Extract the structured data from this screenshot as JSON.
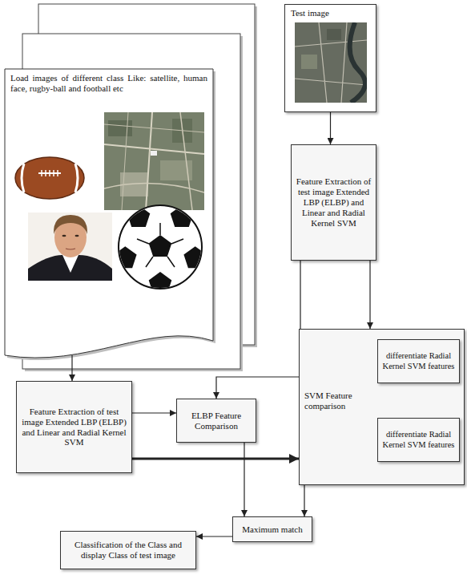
{
  "diagram": {
    "nodes": [
      {
        "text": [
          "Load images of different class Like: satellite, human face, rugby-ball and football etc"
        ]
      },
      {
        "text": [
          "Test image"
        ]
      },
      {
        "text": [
          "Feature Extraction of test image Extended LBP (ELBP) and Linear and Radial Kernel SVM"
        ]
      },
      {
        "text": [
          "Feature Extraction of test image Extended LBP (ELBP) and Linear and Radial Kernel SVM"
        ]
      },
      {
        "text": [
          "ELBP Feature Comparison"
        ]
      },
      {
        "text": [
          "SVM Feature comparison"
        ]
      },
      {
        "text": [
          "differentiate Radial Kernel SVM features"
        ],
        "in": 5
      },
      {
        "text": [
          "differentiate Radial Kernel SVM features"
        ],
        "in": 5
      },
      {
        "text": [
          "Maximum match"
        ]
      },
      {
        "text": [
          "Classification of the Class and display Class of test image"
        ]
      }
    ],
    "edges": [
      {
        "from": 0,
        "to": 3,
        "arrow": "to"
      },
      {
        "from": 1,
        "to": 2,
        "arrow": "to"
      },
      {
        "from": 2,
        "to": 5,
        "arrow": "to"
      },
      {
        "from": 2,
        "to": 4,
        "arrow": "to"
      },
      {
        "from": 3,
        "to": 4,
        "arrow": "to"
      },
      {
        "from": 3,
        "to": 5,
        "arrow": "to"
      },
      {
        "from": 4,
        "to": 8,
        "arrow": "to"
      },
      {
        "from": 5,
        "to": 8,
        "arrow": "to"
      },
      {
        "from": 8,
        "to": 9,
        "arrow": "to"
      }
    ]
  }
}
